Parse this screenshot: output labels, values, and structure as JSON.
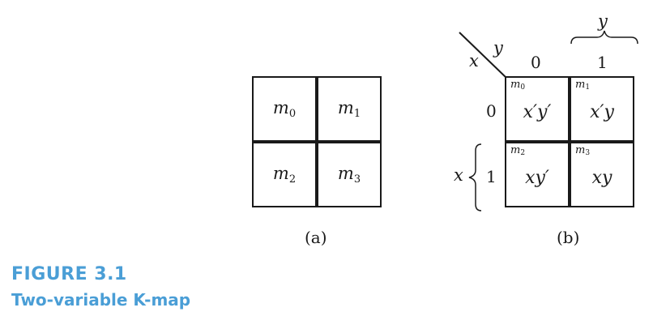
{
  "map_a": {
    "cells": [
      {
        "m": "m",
        "i": "0"
      },
      {
        "m": "m",
        "i": "1"
      },
      {
        "m": "m",
        "i": "2"
      },
      {
        "m": "m",
        "i": "3"
      }
    ],
    "caption": "(a)"
  },
  "map_b": {
    "corner_row_var": "x",
    "corner_col_var": "y",
    "col_headers": [
      "0",
      "1"
    ],
    "row_headers": [
      "0",
      "1"
    ],
    "col_brace_var": "y",
    "row_brace_var": "x",
    "cells": [
      {
        "m": "m",
        "i": "0",
        "expr": "x′y′"
      },
      {
        "m": "m",
        "i": "1",
        "expr": "x′y"
      },
      {
        "m": "m",
        "i": "2",
        "expr": "xy′"
      },
      {
        "m": "m",
        "i": "3",
        "expr": "xy"
      }
    ],
    "caption": "(b)"
  },
  "figure": {
    "number": "FIGURE 3.1",
    "title": "Two-variable K-map"
  },
  "colors": {
    "line": "#1a1a1a",
    "figure_label": "#4a9ed6"
  }
}
